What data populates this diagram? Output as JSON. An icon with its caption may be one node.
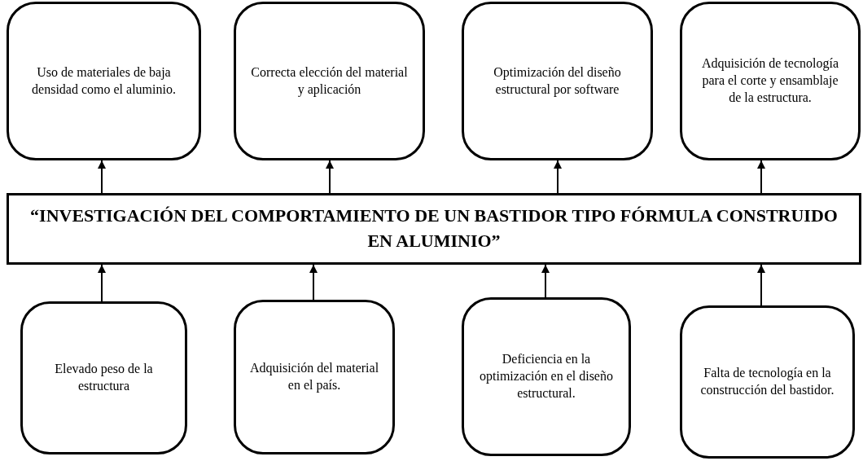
{
  "diagram": {
    "nodes": [
      {
        "text": [
          "Uso de materiales de baja densidad como el aluminio."
        ]
      },
      {
        "text": [
          "Correcta elección del material y aplicación"
        ]
      },
      {
        "text": [
          "Optimización del diseño estructural por software"
        ]
      },
      {
        "text": [
          "Adquisición de tecnología para el corte y ensamblaje de la estructura."
        ]
      },
      {
        "text": [
          "“INVESTIGACIÓN DEL COMPORTAMIENTO DE UN BASTIDOR TIPO FÓRMULA CONSTRUIDO EN ALUMINIO”"
        ]
      },
      {
        "text": [
          "Elevado peso de la estructura"
        ]
      },
      {
        "text": [
          "Adquisición del material en el país."
        ]
      },
      {
        "text": [
          "Deficiencia en la optimización en el diseño estructural."
        ]
      },
      {
        "text": [
          "Falta de tecnología en la construcción del bastidor."
        ]
      }
    ],
    "edges": [
      {
        "from": 4,
        "to": 0,
        "arrow": "to"
      },
      {
        "from": 4,
        "to": 1,
        "arrow": "to"
      },
      {
        "from": 4,
        "to": 2,
        "arrow": "to"
      },
      {
        "from": 4,
        "to": 3,
        "arrow": "to"
      },
      {
        "from": 5,
        "to": 4,
        "arrow": "to"
      },
      {
        "from": 6,
        "to": 4,
        "arrow": "to"
      },
      {
        "from": 7,
        "to": 4,
        "arrow": "to"
      },
      {
        "from": 8,
        "to": 4,
        "arrow": "to"
      }
    ]
  }
}
